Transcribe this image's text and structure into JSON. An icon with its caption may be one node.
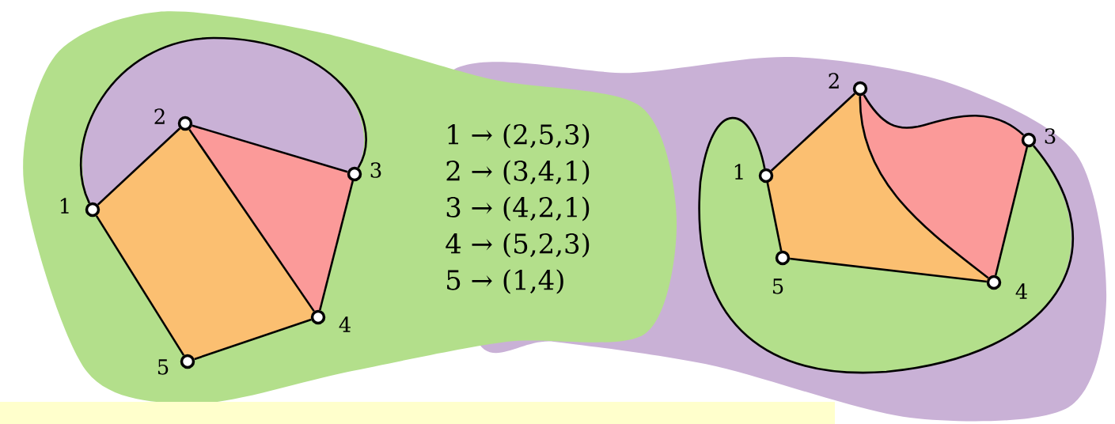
{
  "diagram": {
    "nodes": [
      {
        "text": [],
        "shape": "circle",
        "beside": [
          "1"
        ]
      },
      {
        "text": [],
        "shape": "circle",
        "beside": [
          "2"
        ]
      },
      {
        "text": [],
        "shape": "circle",
        "beside": [
          "3"
        ]
      },
      {
        "text": [],
        "shape": "circle",
        "beside": [
          "4"
        ]
      },
      {
        "text": [],
        "shape": "circle",
        "beside": [
          "5"
        ]
      },
      {
        "text": [],
        "shape": "circle",
        "beside": [
          "1"
        ]
      },
      {
        "text": [],
        "shape": "circle",
        "beside": [
          "2"
        ]
      },
      {
        "text": [],
        "shape": "circle",
        "beside": [
          "3"
        ]
      },
      {
        "text": [],
        "shape": "circle",
        "beside": [
          "4"
        ]
      },
      {
        "text": [],
        "shape": "circle",
        "beside": [
          "5"
        ]
      }
    ],
    "edges": [
      {
        "from": 0,
        "to": 1,
        "arrow": "none"
      },
      {
        "from": 1,
        "to": 2,
        "arrow": "none"
      },
      {
        "from": 2,
        "to": 3,
        "arrow": "none"
      },
      {
        "from": 3,
        "to": 4,
        "arrow": "none"
      },
      {
        "from": 4,
        "to": 0,
        "arrow": "none"
      },
      {
        "from": 1,
        "to": 3,
        "arrow": "none"
      },
      {
        "from": 0,
        "to": 2,
        "arrow": "none"
      },
      {
        "from": 5,
        "to": 6,
        "arrow": "none"
      },
      {
        "from": 6,
        "to": 7,
        "arrow": "none"
      },
      {
        "from": 7,
        "to": 8,
        "arrow": "none"
      },
      {
        "from": 8,
        "to": 9,
        "arrow": "none"
      },
      {
        "from": 9,
        "to": 5,
        "arrow": "none"
      },
      {
        "from": 6,
        "to": 8,
        "arrow": "none"
      },
      {
        "from": 5,
        "to": 7,
        "arrow": "none"
      }
    ],
    "labels": [
      "1 → (2,5,3)",
      "2 → (3,4,1)",
      "3 → (4,2,1)",
      "4 → (5,2,3)",
      "5 → (1,4)"
    ]
  }
}
